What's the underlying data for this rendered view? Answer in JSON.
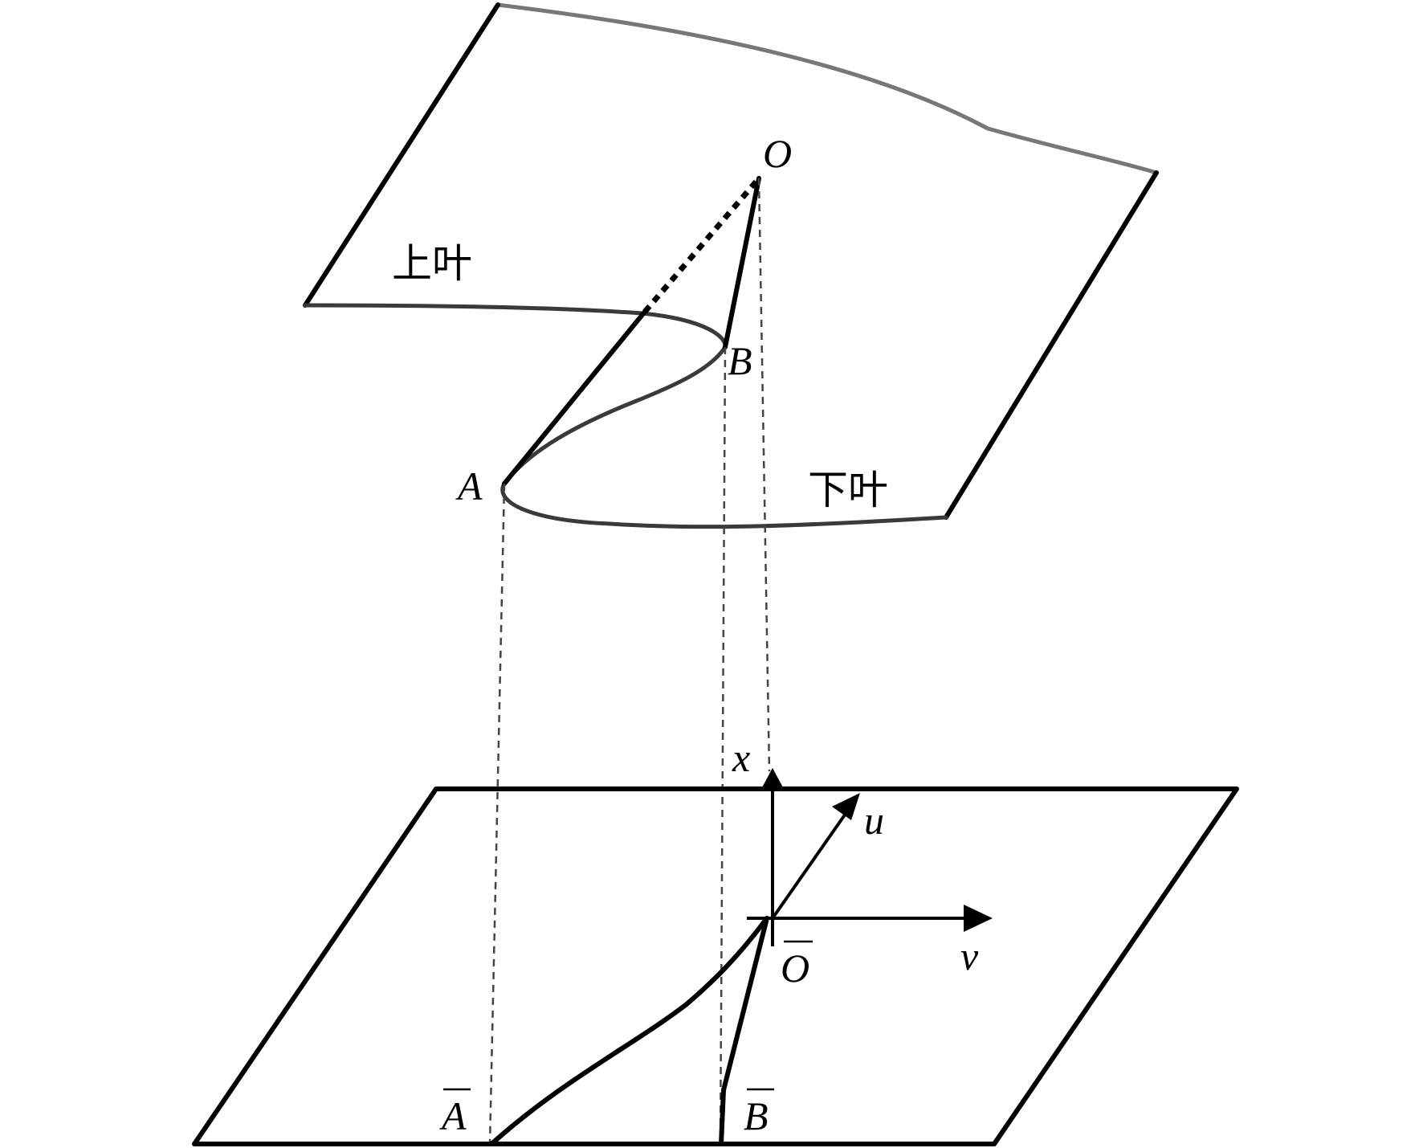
{
  "labels": {
    "upper_leaf": "上叶",
    "lower_leaf": "下叶",
    "point_O": "O",
    "point_A": "A",
    "point_B": "B",
    "axis_x": "x",
    "axis_u": "u",
    "axis_v": "v",
    "proj_O": "O",
    "proj_A": "A",
    "proj_B": "B"
  }
}
